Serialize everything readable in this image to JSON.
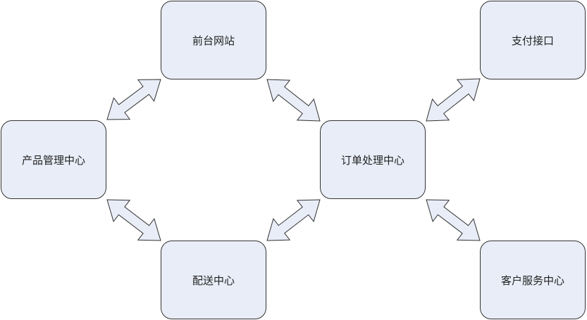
{
  "colors": {
    "node_fill": "#e8edf7",
    "arrow_fill": "#e8edf7",
    "stroke": "#333333"
  },
  "nodes": {
    "frontend": "前台网站",
    "payment": "支付接口",
    "product": "产品管理中心",
    "order": "订单处理中心",
    "delivery": "配送中心",
    "service": "客户服务中心"
  },
  "edges": [
    {
      "from": "product",
      "to": "frontend",
      "type": "bidirectional"
    },
    {
      "from": "frontend",
      "to": "order",
      "type": "bidirectional"
    },
    {
      "from": "order",
      "to": "payment",
      "type": "bidirectional"
    },
    {
      "from": "product",
      "to": "delivery",
      "type": "bidirectional"
    },
    {
      "from": "delivery",
      "to": "order",
      "type": "bidirectional"
    },
    {
      "from": "order",
      "to": "service",
      "type": "bidirectional"
    }
  ]
}
